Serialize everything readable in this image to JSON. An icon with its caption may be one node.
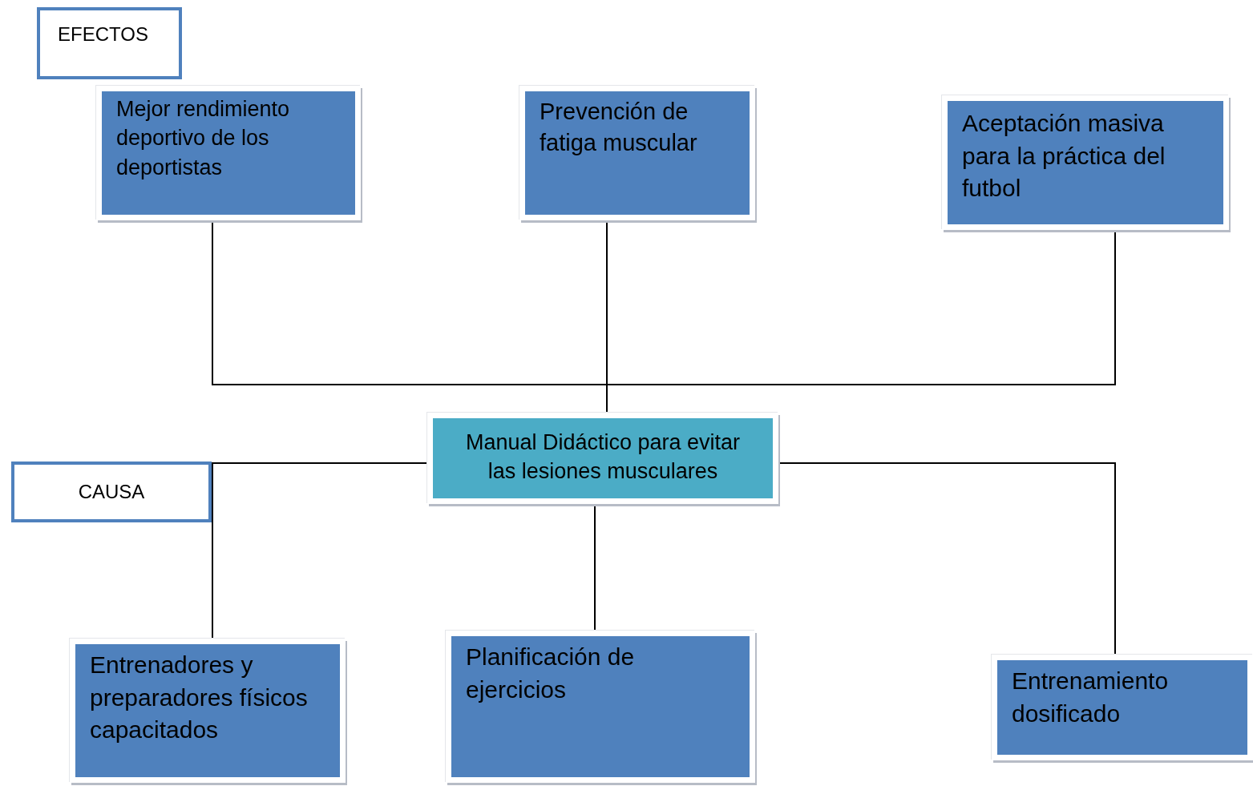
{
  "diagram": {
    "nodes": [
      {
        "text": [
          "EFECTOS"
        ]
      },
      {
        "text": [
          "Mejor rendimiento deportivo de los deportistas"
        ]
      },
      {
        "text": [
          "Prevención de fatiga muscular"
        ]
      },
      {
        "text": [
          "Aceptación masiva para la práctica del futbol"
        ]
      },
      {
        "text": [
          "CAUSA"
        ]
      },
      {
        "text": [
          "Manual Didáctico para evitar las lesiones musculares"
        ]
      },
      {
        "text": [
          "Entrenadores y preparadores físicos capacitados"
        ]
      },
      {
        "text": [
          "Planificación de ejercicios"
        ]
      },
      {
        "text": [
          "Entrenamiento dosificado"
        ]
      }
    ],
    "edges": [
      {
        "from": 5,
        "to": 1,
        "arrow": "none"
      },
      {
        "from": 5,
        "to": 2,
        "arrow": "none"
      },
      {
        "from": 5,
        "to": 3,
        "arrow": "none"
      },
      {
        "from": 5,
        "to": 6,
        "arrow": "none"
      },
      {
        "from": 5,
        "to": 7,
        "arrow": "none"
      },
      {
        "from": 5,
        "to": 8,
        "arrow": "none"
      }
    ]
  }
}
